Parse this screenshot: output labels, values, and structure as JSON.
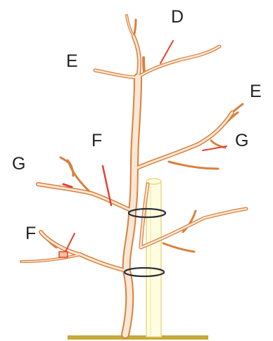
{
  "colors": {
    "branch_fill": "#fbe7d4",
    "branch_outline": "#d9803f",
    "pruned_shoot": "#e0442f",
    "stake_fill": "#fffde0",
    "stake_outline": "#e8d98a",
    "tie": "#2b2f3a",
    "ground": "#c7a93a"
  },
  "labels": {
    "d_top": "D",
    "e_left": "E",
    "e_right": "E",
    "g_left": "G",
    "f_center": "F",
    "g_right": "G",
    "f_lower_left": "F"
  }
}
